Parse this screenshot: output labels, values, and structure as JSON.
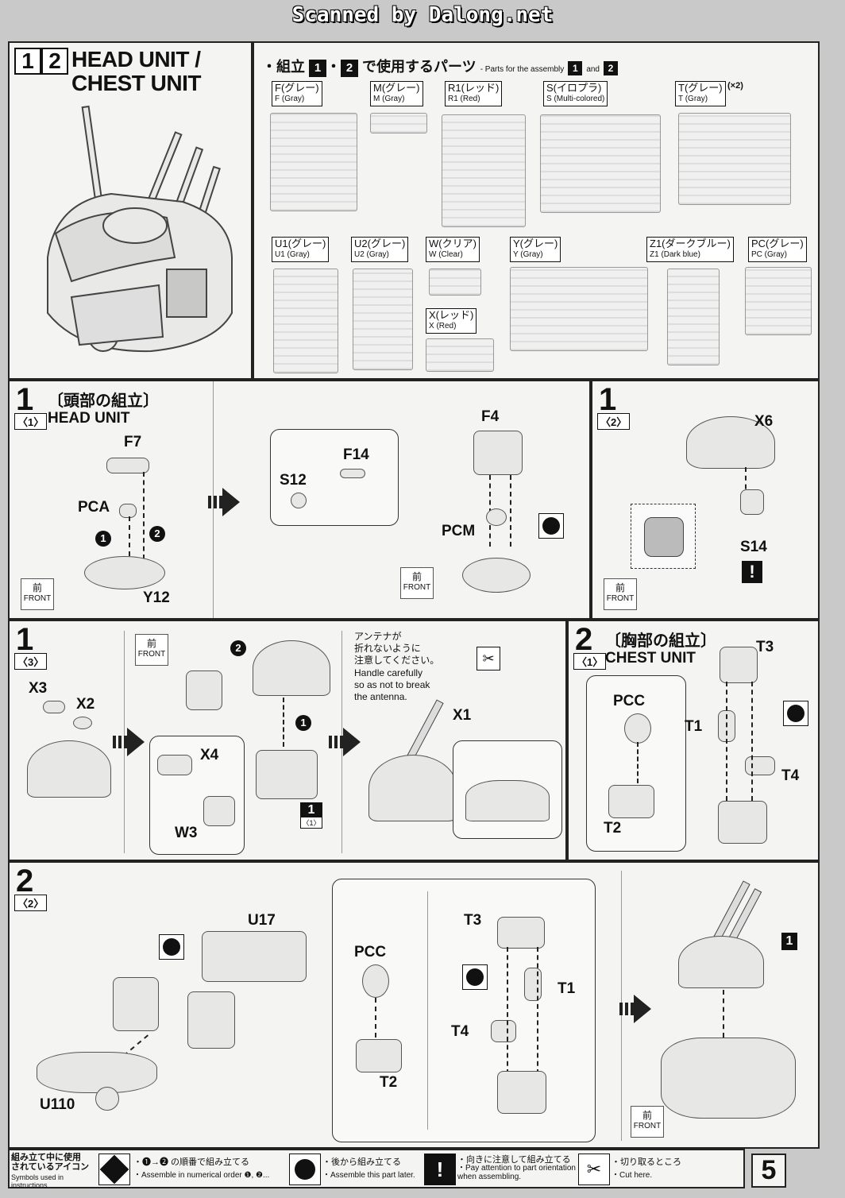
{
  "scan_watermark": "Scanned by Dalong.net",
  "header": {
    "step_nums": [
      "1",
      "2"
    ],
    "title_line1": "HEAD UNIT /",
    "title_line2": "CHEST UNIT",
    "parts_title_jp": "・組立",
    "parts_nums": [
      "1",
      "2"
    ],
    "parts_title_jp_tail": "で使用するパーツ",
    "parts_title_en": "- Parts for the assembly",
    "parts_title_and": "and"
  },
  "runners": [
    {
      "jp": "F(グレー)",
      "en": "F (Gray)"
    },
    {
      "jp": "M(グレー)",
      "en": "M (Gray)"
    },
    {
      "jp": "R1(レッド)",
      "en": "R1 (Red)"
    },
    {
      "jp": "S(イロプラ)",
      "en": "S (Multi-colored)"
    },
    {
      "jp": "T(グレー)",
      "en": "T (Gray)",
      "extra": "(×2)"
    },
    {
      "jp": "U1(グレー)",
      "en": "U1 (Gray)"
    },
    {
      "jp": "U2(グレー)",
      "en": "U2 (Gray)"
    },
    {
      "jp": "W(クリア)",
      "en": "W (Clear)"
    },
    {
      "jp": "X(レッド)",
      "en": "X (Red)"
    },
    {
      "jp": "Y(グレー)",
      "en": "Y (Gray)"
    },
    {
      "jp": "Z1(ダークブルー)",
      "en": "Z1 (Dark blue)"
    },
    {
      "jp": "PC(グレー)",
      "en": "PC (Gray)"
    }
  ],
  "step1_1": {
    "num": "1",
    "sub": "〈1〉",
    "title_jp": "〔頭部の組立〕",
    "title_en": "HEAD UNIT",
    "labels": {
      "f7": "F7",
      "pca": "PCA",
      "y12": "Y12",
      "s12": "S12",
      "f14": "F14",
      "f4": "F4",
      "pcm": "PCM",
      "o1": "1",
      "o2": "2"
    }
  },
  "step1_2": {
    "num": "1",
    "sub": "〈2〉",
    "labels": {
      "x6": "X6",
      "s14": "S14",
      "warn": "!"
    }
  },
  "step1_3": {
    "num": "1",
    "sub": "〈3〉",
    "labels": {
      "x3": "X3",
      "x2": "X2",
      "x4": "X4",
      "w3": "W3",
      "x1": "X1",
      "o1": "1",
      "o2": "2",
      "ref1": "1",
      "ref1_sub": "〈1〉"
    },
    "antenna_jp": "アンテナが\n折れないように\n注意してください。",
    "antenna_en": "Handle carefully\nso as not to break\nthe antenna."
  },
  "step2_1": {
    "num": "2",
    "sub": "〈1〉",
    "title_jp": "〔胸部の組立〕",
    "title_en": "CHEST UNIT",
    "labels": {
      "pcc": "PCC",
      "t2": "T2",
      "t3": "T3",
      "t1": "T1",
      "t4": "T4"
    }
  },
  "step2_2": {
    "num": "2",
    "sub": "〈2〉",
    "labels": {
      "u17": "U17",
      "u110": "U110",
      "pcc": "PCC",
      "t2": "T2",
      "t3": "T3",
      "t1": "T1",
      "t4": "T4",
      "ref1": "1"
    }
  },
  "front_label": "FRONT",
  "front_jp": "前",
  "footer": {
    "icons_title_jp": "組み立て中に使用\nされているアイコン",
    "icons_title_en": "Symbols used in instructions",
    "i1_jp": "・❶→❷ の順番で組み立てる",
    "i1_en": "・Assemble in numerical order ❶, ❷...",
    "i2_jp": "・後から組み立てる",
    "i2_en": "・Assemble this part later.",
    "i3_jp": "・向きに注意して組み立てる",
    "i3_en": "・Pay attention to part orientation\n  when assembling.",
    "i4_jp": "・切り取るところ",
    "i4_en": "・Cut here.",
    "page": "5"
  }
}
